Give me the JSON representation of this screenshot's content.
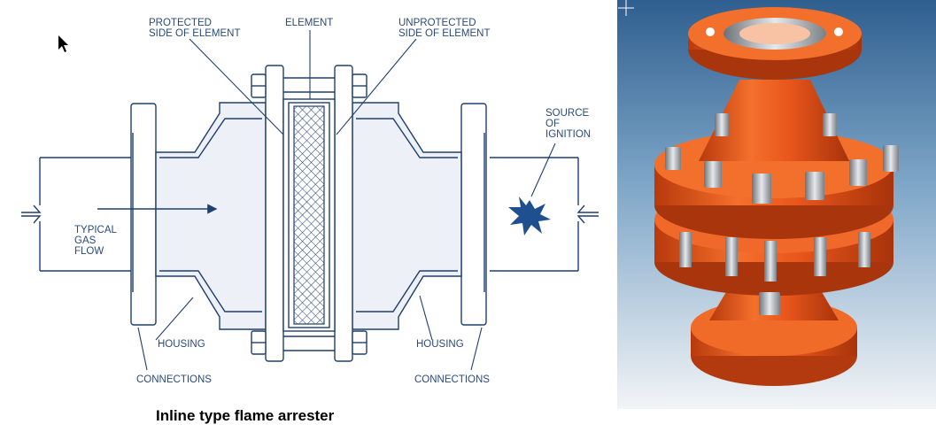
{
  "diagram": {
    "labels": {
      "protected_1": "PROTECTED",
      "protected_2": "SIDE OF ELEMENT",
      "element": "ELEMENT",
      "unprotected_1": "UNPROTECTED",
      "unprotected_2": "SIDE OF ELEMENT",
      "source_1": "SOURCE",
      "source_2": "OF",
      "source_3": "IGNITION",
      "flow_1": "TYPICAL",
      "flow_2": "GAS",
      "flow_3": "FLOW",
      "housing_left": "HOUSING",
      "housing_right": "HOUSING",
      "connections_left": "CONNECTIONS",
      "connections_right": "CONNECTIONS"
    },
    "caption": "Inline type flame arrester"
  },
  "colors": {
    "line": "#1f3f6e",
    "housing_fill": "#edf1f7",
    "arrester_orange": "#e8561c",
    "gasket_teal": "#6fc3b0",
    "photo_bg_top": "#2f5f8f",
    "photo_bg_bottom": "#f2f4f6"
  },
  "icons": [
    "cursor-arrow-icon",
    "crosshair-icon",
    "ignition-burst-icon"
  ]
}
